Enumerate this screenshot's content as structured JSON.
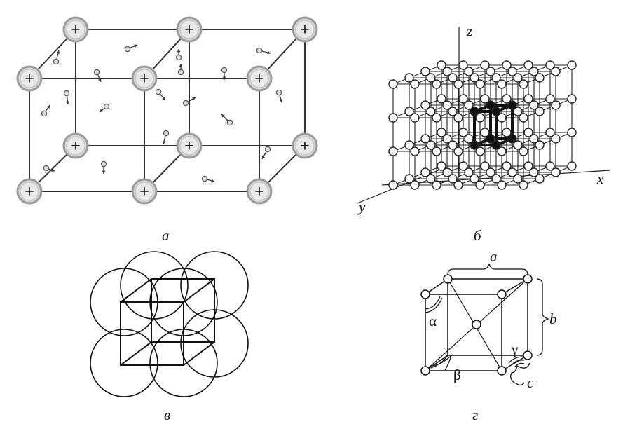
{
  "captions": {
    "a": "а",
    "b": "б",
    "v": "в",
    "g": "г"
  },
  "panel_a": {
    "ion_sign": "+"
  },
  "panel_b": {
    "axis_z": "z",
    "axis_x": "x",
    "axis_y": "y"
  },
  "panel_g": {
    "a": "a",
    "b": "b",
    "c": "c",
    "alpha": "α",
    "beta": "β",
    "gamma": "γ"
  },
  "colors": {
    "ink": "#111111",
    "ion_fill": "#d6d6d6",
    "ion_ring": "#9a9a9a"
  }
}
